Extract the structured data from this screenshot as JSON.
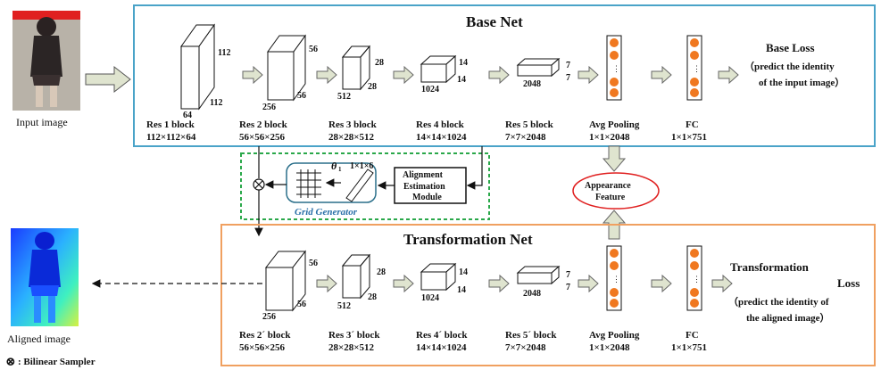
{
  "base_net": {
    "title": "Base Net",
    "blocks": [
      {
        "name": "Res 1 block",
        "shape": "112×112×64",
        "dims": [
          "112",
          "112",
          "64"
        ]
      },
      {
        "name": "Res 2 block",
        "shape": "56×56×256",
        "dims": [
          "56",
          "56",
          "256"
        ]
      },
      {
        "name": "Res 3 block",
        "shape": "28×28×512",
        "dims": [
          "28",
          "28",
          "512"
        ]
      },
      {
        "name": "Res 4 block",
        "shape": "14×14×1024",
        "dims": [
          "14",
          "14",
          "1024"
        ]
      },
      {
        "name": "Res 5 block",
        "shape": "7×7×2048",
        "dims": [
          "7",
          "7",
          "2048"
        ]
      },
      {
        "name": "Avg Pooling",
        "shape": "1×1×2048"
      },
      {
        "name": "FC",
        "shape": "1×1×751"
      }
    ],
    "loss_title": "Base Loss",
    "loss_desc_1": "（predict the identity",
    "loss_desc_2": "of the input image）"
  },
  "transformation_net": {
    "title": "Transformation Net",
    "blocks": [
      {
        "name": "Res 2´ block",
        "shape": "56×56×256",
        "dims": [
          "56",
          "56",
          "256"
        ]
      },
      {
        "name": "Res 3´ block",
        "shape": "28×28×512",
        "dims": [
          "28",
          "28",
          "512"
        ]
      },
      {
        "name": "Res 4´ block",
        "shape": "14×14×1024",
        "dims": [
          "14",
          "14",
          "1024"
        ]
      },
      {
        "name": "Res 5´ block",
        "shape": "7×7×2048",
        "dims": [
          "7",
          "7",
          "2048"
        ]
      },
      {
        "name": "Avg Pooling",
        "shape": "1×1×2048"
      },
      {
        "name": "FC",
        "shape": "1×1×751"
      }
    ],
    "loss_title_1": "Transformation",
    "loss_title_2": "Loss",
    "loss_desc_1": "（predict the identity of",
    "loss_desc_2": "the aligned image）"
  },
  "grid_generator": {
    "title": "Grid Generator",
    "theta_label": "θ",
    "theta_sub": "1",
    "param_shape": "1×1×6"
  },
  "alignment_module": {
    "line1": "Alignment",
    "line2": "Estimation",
    "line3": "Module"
  },
  "appearance_feature": {
    "line1": "Appearance",
    "line2": "Feature"
  },
  "input_caption": "Input image",
  "aligned_caption": "Aligned image",
  "legend": {
    "symbol": "⊗",
    "text": ": Bilinear Sampler"
  },
  "colors": {
    "base_border": "#4aa3c8",
    "trans_border": "#f0a060",
    "grid_border": "#2aa84a",
    "grid_text": "#2a6fa8",
    "appearance_ellipse": "#e02020",
    "pool_dot": "#f07820",
    "arrow_fill": "#dfe4cf"
  }
}
